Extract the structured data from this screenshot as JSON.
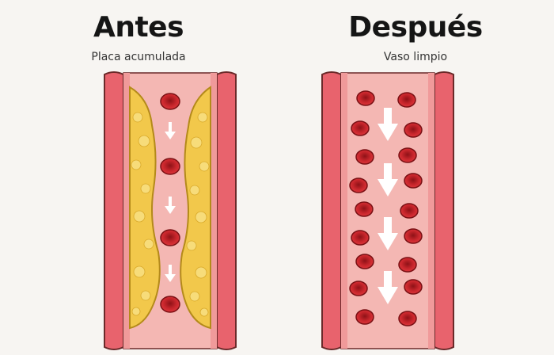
{
  "before": {
    "title": "Antes",
    "subtitle": "Placa acumulada"
  },
  "after": {
    "title": "Después",
    "subtitle": "Vaso limpio"
  },
  "colors": {
    "vessel_wall": "#e8636d",
    "vessel_inner": "#f4a9a9",
    "lumen": "#f7c8c4",
    "outline": "#6b2a2a",
    "plaque": "#f2c84b",
    "blood_cell": "#d1292f",
    "arrow": "#ffffff"
  }
}
